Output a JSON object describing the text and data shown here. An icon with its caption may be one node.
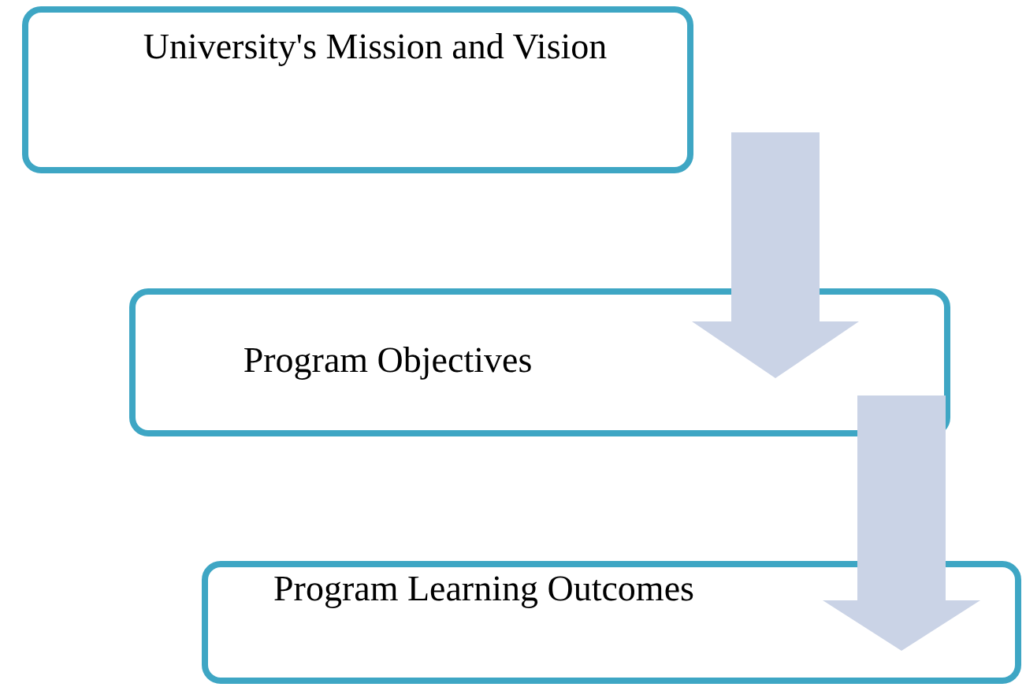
{
  "diagram": {
    "nodes": [
      {
        "text": [
          "University's Mission and Vision"
        ]
      },
      {
        "text": [
          "Program Objectives"
        ]
      },
      {
        "text": [
          "Program Learning Outcomes"
        ]
      }
    ],
    "edges": [
      {
        "from": 0,
        "to": 1,
        "arrow": "to"
      },
      {
        "from": 1,
        "to": 2,
        "arrow": "to"
      }
    ]
  }
}
